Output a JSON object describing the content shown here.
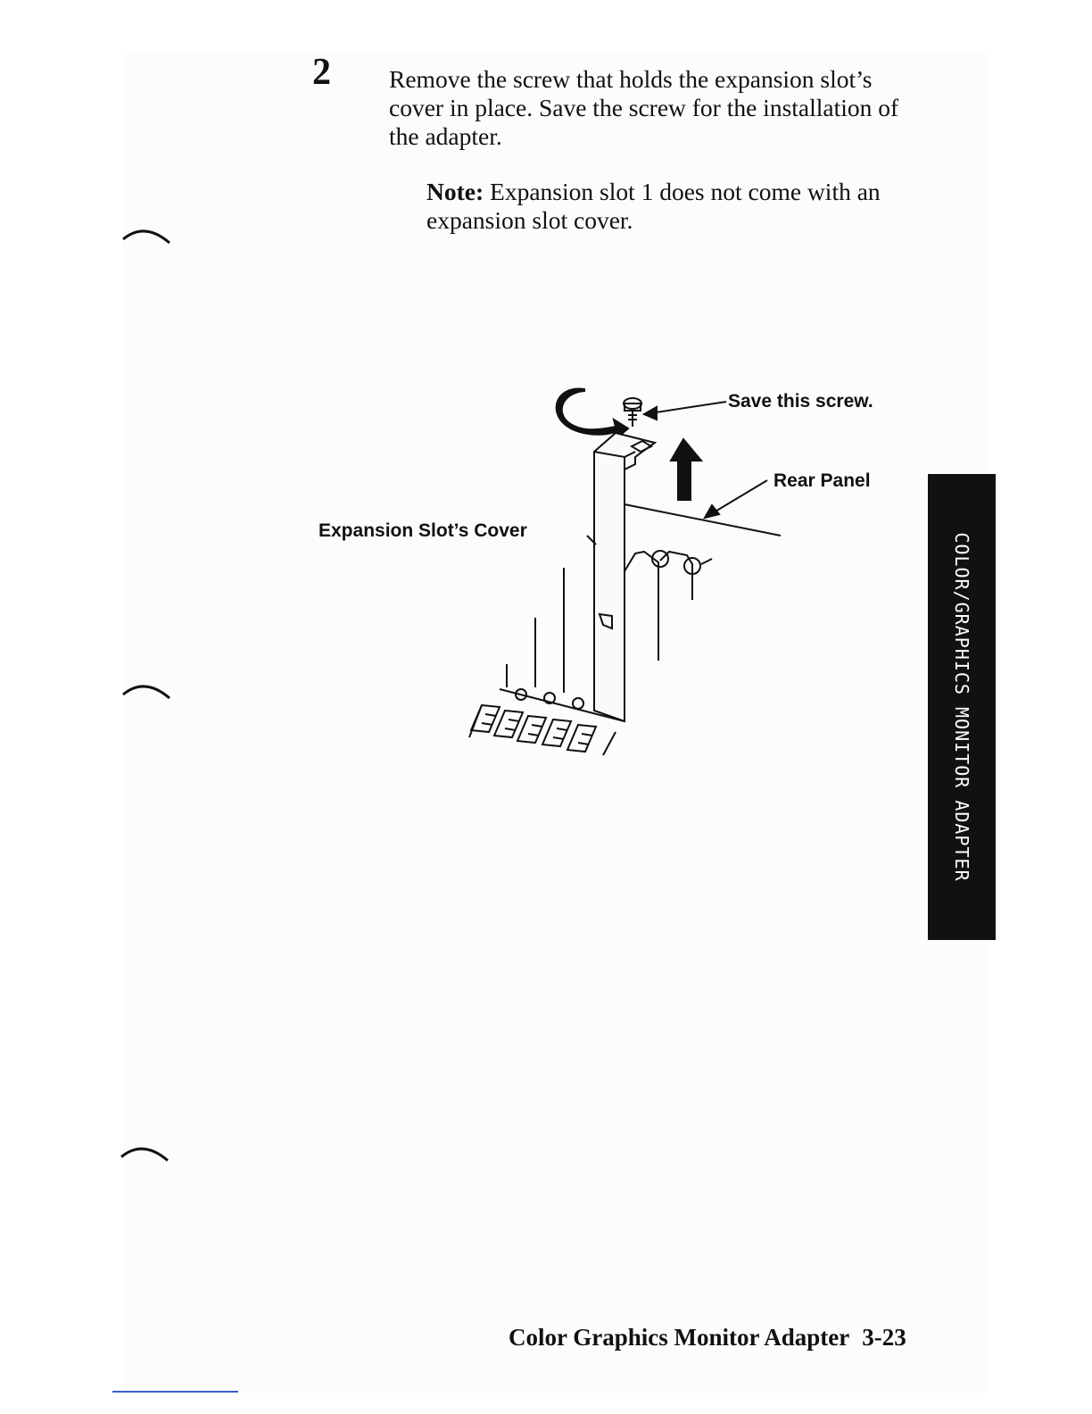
{
  "step": {
    "number": "2",
    "instruction": "Remove the screw that holds the expansion slot’s cover in place. Save the screw for the installation of the adapter."
  },
  "note": {
    "label": "Note:",
    "text": "Expansion slot 1 does not come with an expansion slot cover."
  },
  "figure": {
    "labels": {
      "save_screw": "Save this screw.",
      "rear_panel": "Rear Panel",
      "slot_cover": "Expansion Slot’s Cover"
    }
  },
  "side_tab": {
    "text": "COLOR/GRAPHICS MONITOR ADAPTER"
  },
  "footer": {
    "title": "Color Graphics Monitor Adapter",
    "page": "3-23"
  }
}
